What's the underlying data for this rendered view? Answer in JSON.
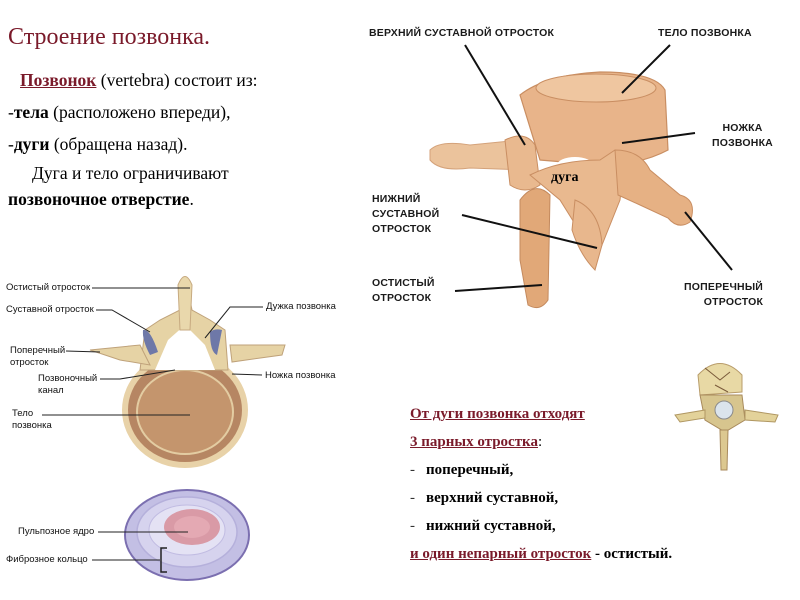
{
  "slide": {
    "title": "Строение позвонка.",
    "intro": {
      "line1_keyword": "Позвонок",
      "line1_rest": " (vertebra) состоит из:",
      "line2_dash": "-",
      "line2_bold": "тела",
      "line2_rest": " (расположено впереди),",
      "line3_dash": "-",
      "line3_bold": "дуги",
      "line3_rest": " (обращена назад).",
      "line4": "Дуга и тело ограничивают",
      "line5_bold": "позвоночное отверстие",
      "line5_end": "."
    },
    "lateral_figure": {
      "labels": {
        "superior_articular": "ВЕРХНИЙ СУСТАВНОЙ ОТРОСТОК",
        "body": "ТЕЛО ПОЗВОНКА",
        "pedicle_1": "НОЖКА",
        "pedicle_2": "ПОЗВОНКА",
        "inferior_articular_1": "НИЖНИЙ",
        "inferior_articular_2": "СУСТАВНОЙ",
        "inferior_articular_3": "ОТРОСТОК",
        "spinous_1": "ОСТИСТЫЙ",
        "spinous_2": "ОТРОСТОК",
        "transverse_1": "ПОПЕРЕЧНЫЙ",
        "transverse_2": "ОТРОСТОК",
        "arch": "дуга"
      }
    },
    "top_figure": {
      "labels": {
        "spinous": "Остистый отросток",
        "articular": "Суставной отросток",
        "transverse_1": "Поперечный",
        "transverse_2": "отросток",
        "canal_1": "Позвоночный",
        "canal_2": "канал",
        "body_1": "Тело",
        "body_2": "позвонка",
        "arch": "Дужка позвонка",
        "pedicle": "Ножка позвонка"
      }
    },
    "disc_figure": {
      "labels": {
        "nucleus": "Пульпозное ядро",
        "annulus": "Фиброзное кольцо"
      }
    },
    "processes_list": {
      "heading1": "От дуги позвонка отходят ",
      "heading2": "3 парных отростка",
      "heading2_end": ":",
      "items": [
        {
          "dash": "-",
          "text": "поперечный,"
        },
        {
          "dash": "-",
          "text": "верхний суставной,"
        },
        {
          "dash": "-",
          "text": "нижний суставной,"
        }
      ],
      "footer_red": "и один непарный отросток",
      "footer_rest": " - остистый."
    },
    "colors": {
      "accent": "#7a1a2a",
      "bone": "#e9b98f",
      "bone_dark": "#c98e62",
      "disc": "#c8c4e6",
      "nucleus": "#d99aa6"
    }
  }
}
